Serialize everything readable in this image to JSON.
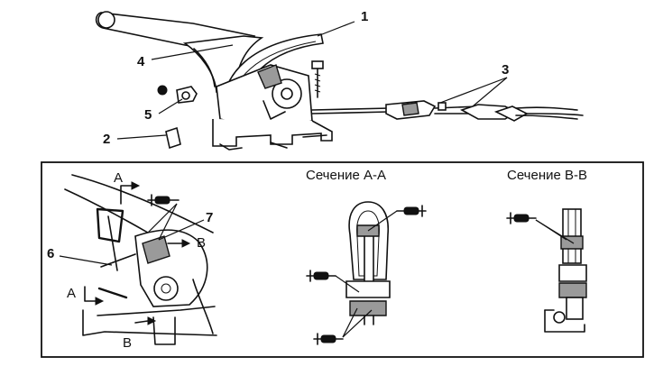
{
  "top_view": {
    "callouts": [
      "1",
      "2",
      "3",
      "4",
      "5"
    ]
  },
  "detail_view": {
    "callouts": [
      "6",
      "7"
    ],
    "section_marks": [
      "A",
      "A",
      "B",
      "B"
    ]
  },
  "section_aa": {
    "title": "Сечение А-А"
  },
  "section_bb": {
    "title": "Сечение В-В"
  },
  "icons": [
    "grease-gun-icon"
  ]
}
